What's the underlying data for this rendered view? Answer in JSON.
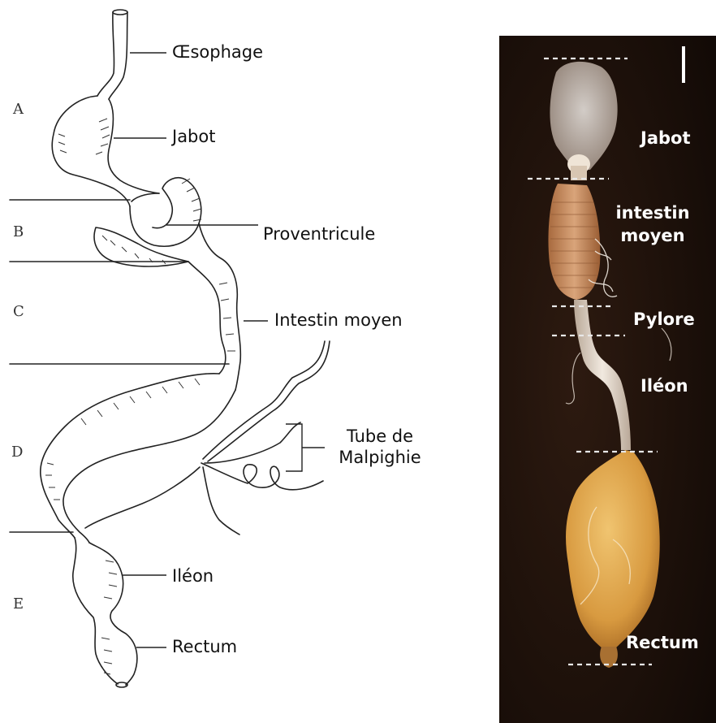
{
  "diagram": {
    "section_letters": [
      "A",
      "B",
      "C",
      "D",
      "E"
    ],
    "labels": {
      "oesophage": "Œsophage",
      "jabot": "Jabot",
      "proventricule": "Proventricule",
      "intestin_moyen": "Intestin moyen",
      "tube_line1": "Tube de",
      "tube_line2": "Malpighie",
      "ileon": "Iléon",
      "rectum": "Rectum"
    }
  },
  "photo": {
    "labels": {
      "jabot": "Jabot",
      "intestin_line1": "intestin",
      "intestin_line2": "moyen",
      "pylore": "Pylore",
      "ileon": "Iléon",
      "rectum": "Rectum"
    },
    "colors": {
      "background": "#1b0f09",
      "crop": "#d9d2cc",
      "midgut": "#c98d5e",
      "ileum": "#e6ddd2",
      "rectum": "#dca44b",
      "dashed_lines": "#e8e8e8"
    }
  }
}
